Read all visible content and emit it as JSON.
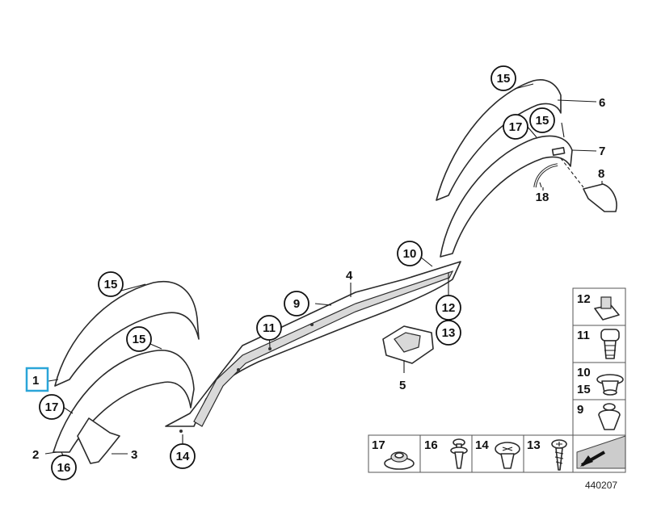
{
  "diagram": {
    "reference_number": "440207",
    "highlight_color": "#2aa5d8",
    "callouts": {
      "c15_top_right": "15",
      "c17_rear": "17",
      "c15_rear": "15",
      "c18": "18",
      "c10": "10",
      "c12": "12",
      "c13": "13",
      "c9": "9",
      "c11": "11",
      "c15_front_top": "15",
      "c15_front_inner": "15",
      "c17_front": "17",
      "c16": "16",
      "c14": "14"
    },
    "plain_labels": {
      "l1": "1",
      "l2": "2",
      "l3": "3",
      "l4": "4",
      "l5": "5",
      "l6": "6",
      "l7": "7",
      "l8": "8"
    },
    "legend_right": [
      {
        "nums": [
          "12"
        ],
        "icon": "clip-nut-icon"
      },
      {
        "nums": [
          "11"
        ],
        "icon": "expanding-rivet-icon"
      },
      {
        "nums": [
          "10",
          "15"
        ],
        "icon": "plastic-clip-icon"
      },
      {
        "nums": [
          "9"
        ],
        "icon": "push-clip-icon"
      }
    ],
    "legend_bottom": [
      {
        "num": "17",
        "icon": "grommet-icon"
      },
      {
        "num": "16",
        "icon": "push-rivet-icon"
      },
      {
        "num": "14",
        "icon": "plastic-nut-icon"
      },
      {
        "num": "13",
        "icon": "tapping-screw-icon"
      },
      {
        "num": "",
        "icon": "wedge-arrow-icon"
      }
    ]
  }
}
